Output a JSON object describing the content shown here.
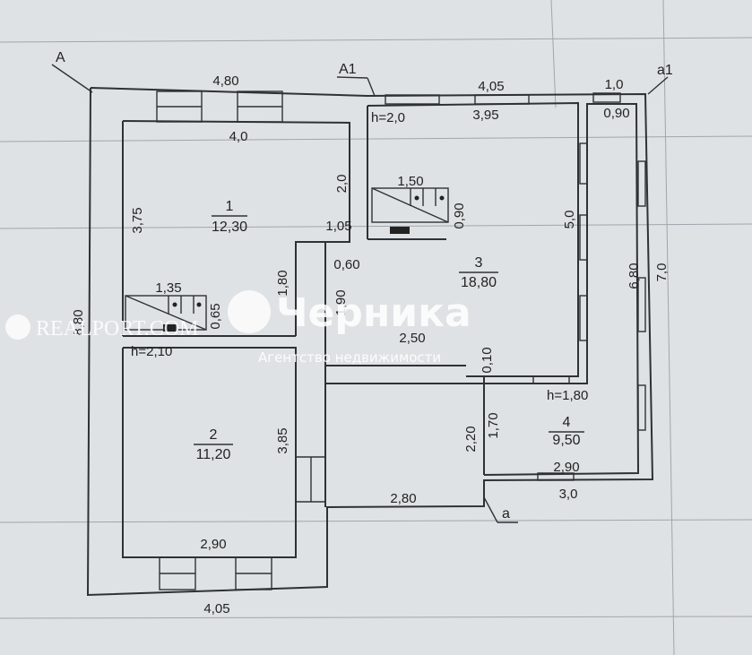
{
  "watermark": {
    "brand": "Черника",
    "subtitle": "Агентство недвижимости",
    "site": "REALPORT.COM"
  },
  "sections": {
    "A": "A",
    "A1": "A1",
    "a1": "a1",
    "a": "a"
  },
  "rooms": [
    {
      "number": "1",
      "area": "12,30"
    },
    {
      "number": "2",
      "area": "11,20"
    },
    {
      "number": "3",
      "area": "18,80"
    },
    {
      "number": "4",
      "area": "9,50"
    }
  ],
  "heights": {
    "room1": "h=2,0",
    "room2": "h=2,10",
    "room4": "h=1,80"
  },
  "dimensions": {
    "top_outer_left": "4,80",
    "top_inner_left": "4,0",
    "top_outer_mid": "4,05",
    "top_inner_mid": "3,95",
    "top_outer_right": "1,0",
    "top_inner_right": "0,90",
    "left_outer": "8,80",
    "room1_left": "3,75",
    "room1_notch_v": "2,0",
    "room1_notch_h": "1,05",
    "stair_upper_w": "1,50",
    "stair_upper_h": "0,90",
    "room3_right": "5,0",
    "corridor_w": "0,60",
    "wall_1_80": "1,80",
    "wall_1_90": "1,90",
    "stair_lower_w": "1,35",
    "stair_lower_h": "0,65",
    "inner_2_50": "2,50",
    "inner_0_10": "0,10",
    "room4_outer_right": "7,0",
    "room4_inner_right": "6,80",
    "room4_left_2_20": "2,20",
    "room4_left_1_70": "1,70",
    "room4_bottom_inner": "2,90",
    "room4_bottom_outer": "3,0",
    "porch_2_80": "2,80",
    "room2_right": "3,85",
    "room2_bottom_inner": "2,90",
    "bottom_outer": "4,05"
  }
}
